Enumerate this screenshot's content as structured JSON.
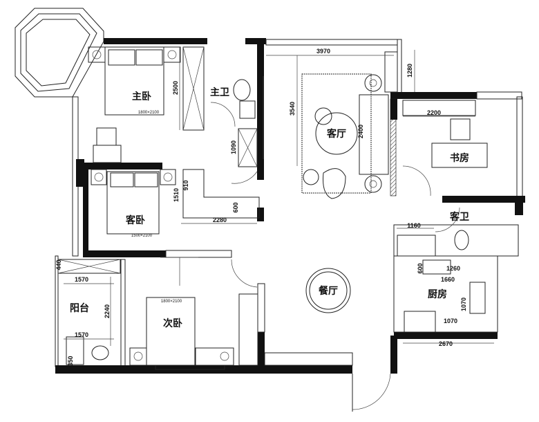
{
  "rooms": {
    "master_bedroom": "主卧",
    "master_bath": "主卫",
    "living_room": "客厅",
    "study": "书房",
    "guest_bath": "客卫",
    "guest_bedroom": "客卧",
    "balcony": "阳台",
    "second_bedroom": "次卧",
    "kitchen": "厨房",
    "dining_room": "餐厅"
  },
  "bed_sizes": {
    "master": "1800×2100",
    "guest": "1500×2100",
    "second": "1800×2100"
  },
  "dimensions": {
    "living_width": "3970",
    "living_right": "1280",
    "master_wardrobe": "2500",
    "living_depth": "3540",
    "sofa": "2400",
    "study_cabinet": "2200",
    "bath_cabinet": "1090",
    "guest_wardrobe_a": "910",
    "guest_wardrobe_b": "1510",
    "guest_wardrobe_c": "600",
    "guest_wardrobe_d": "2280",
    "guest_bath_counter": "1160",
    "balcony_cabinet": "440",
    "balcony_top": "1570",
    "balcony_depth": "2240",
    "balcony_bottom": "1570",
    "balcony_small": "350",
    "kitchen_counter": "600",
    "kitchen_stove": "1260",
    "kitchen_a": "1660",
    "kitchen_b": "1070",
    "kitchen_c": "1070",
    "kitchen_width": "2670"
  }
}
